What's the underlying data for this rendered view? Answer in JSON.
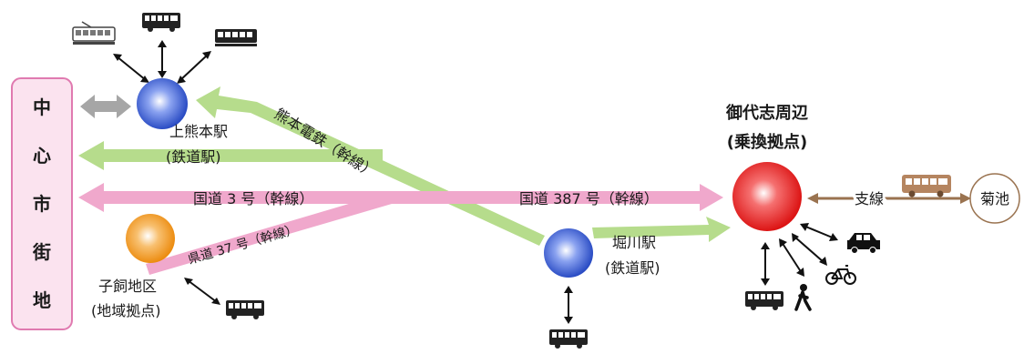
{
  "center": {
    "chars": [
      "中",
      "心",
      "市",
      "街",
      "地"
    ]
  },
  "stations": {
    "kamikumamoto": {
      "name": "上熊本駅",
      "type": "(鉄道駅)"
    },
    "horikawa": {
      "name": "堀川駅",
      "type": "(鉄道駅)"
    },
    "kogai": {
      "name": "子飼地区",
      "type": "(地域拠点)"
    },
    "mishiro": {
      "name": "御代志周辺",
      "type": "(乗換拠点)"
    },
    "kikuchi": {
      "name": "菊池"
    }
  },
  "lines": {
    "kumamoto_dentetsu": "熊本電鉄（幹線）",
    "route3": "国道 3 号（幹線）",
    "route387": "国道 387 号（幹線）",
    "pref37": "県道 37 号（幹線）",
    "branch": "支線"
  },
  "colors": {
    "center_border": "#e07ab0",
    "center_fill": "#fbe3ef",
    "green_arrow": "#b6dc8c",
    "pink_arrow": "#f0a8cc",
    "gray_arrow": "#a6a6a6",
    "brown_arrow": "#9a7350",
    "blue_node": "#3155c8",
    "orange_node": "#ef9320",
    "red_node": "#e01a1a"
  },
  "icons": {
    "kamikumamoto_modes": [
      "tram-icon",
      "bus-icon",
      "train-icon"
    ],
    "horikawa_modes": [
      "bus-icon"
    ],
    "kogai_modes": [
      "bus-icon"
    ],
    "mishiro_modes": [
      "bus-icon",
      "walking-icon",
      "bicycle-icon",
      "car-icon"
    ],
    "branch_mode": "bus-icon"
  }
}
